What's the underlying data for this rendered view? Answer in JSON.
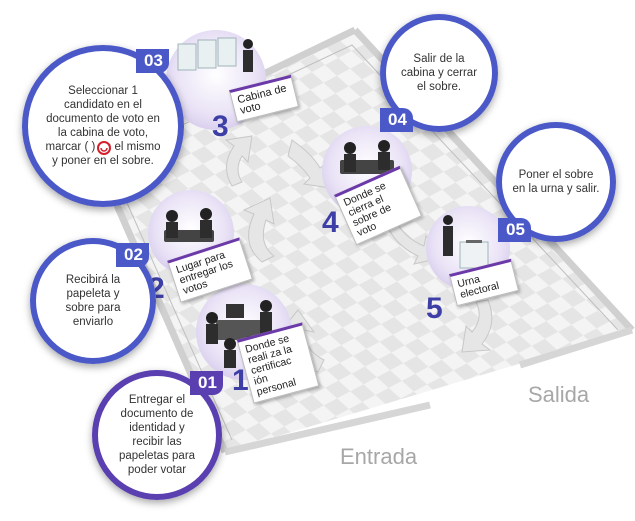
{
  "steps": [
    {
      "badge": "01",
      "text": "Entregar el documento de identidad y recibir las papeletas para poder votar",
      "sign": "Donde se reali za la certificac ión personal",
      "num": "1"
    },
    {
      "badge": "02",
      "text": "Recibirá la papeleta y sobre para enviarlo",
      "sign": "Lugar para entregar los votos",
      "num": "2"
    },
    {
      "badge": "03",
      "text": "Seleccionar 1 candidato en el documento de voto en la cabina de voto, marcar ( ) en el mismo y poner en el sobre.",
      "sign": "Cabina de voto",
      "num": "3"
    },
    {
      "badge": "04",
      "text": "Salir de la cabina y cerrar el sobre.",
      "sign": "Donde se cierra el sobre de voto",
      "num": "4"
    },
    {
      "badge": "05",
      "text": "Poner el sobre en la urna y salir.",
      "sign": "Urna electoral",
      "num": "5"
    }
  ],
  "floor": {
    "entrance": "Entrada",
    "exit": "Salida"
  },
  "colors": {
    "primary": "#4b59c8",
    "accent": "#6b3aa8",
    "number": "#3d3fa6",
    "mark": "#d4202c"
  }
}
